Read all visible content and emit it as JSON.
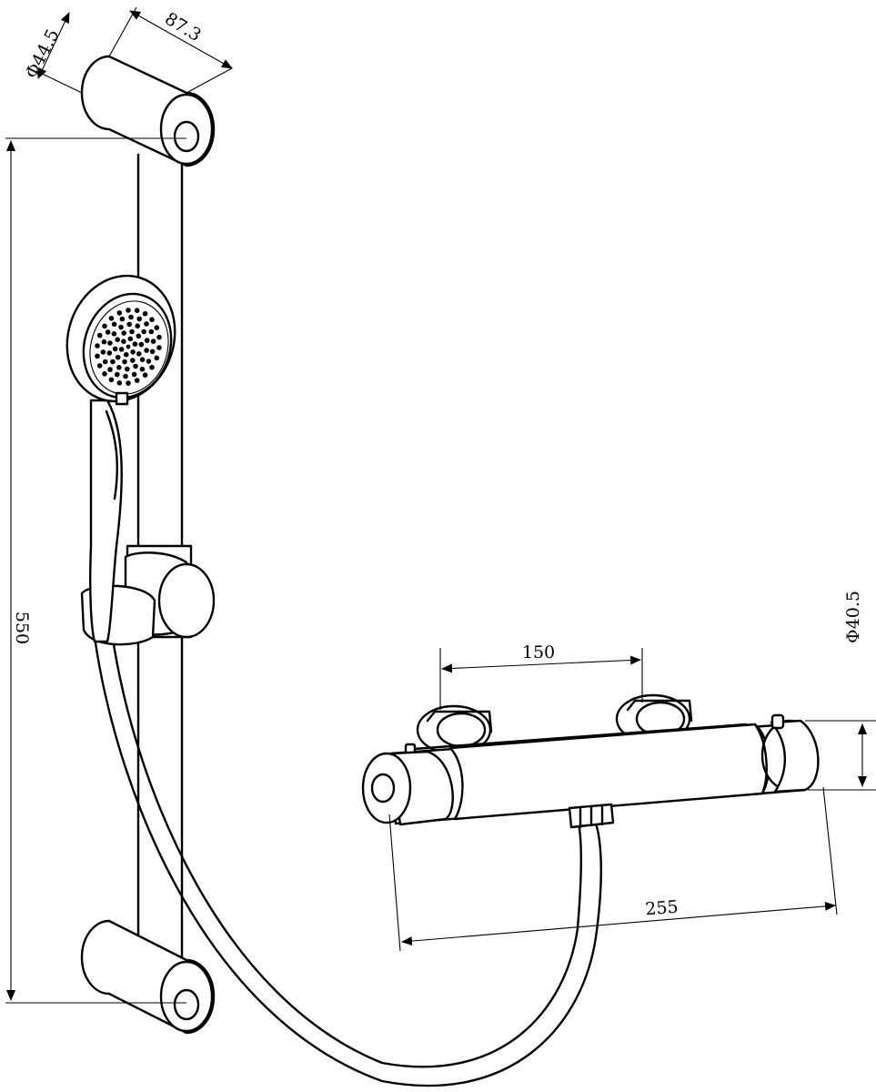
{
  "dimensions": {
    "bar_length": "550",
    "bracket_diameter": "Φ44.5",
    "bracket_depth": "87.3",
    "inlet_centers": "150",
    "valve_length": "255",
    "valve_diameter": "Φ40.5"
  },
  "colors": {
    "line": "#000000",
    "background": "#ffffff"
  }
}
